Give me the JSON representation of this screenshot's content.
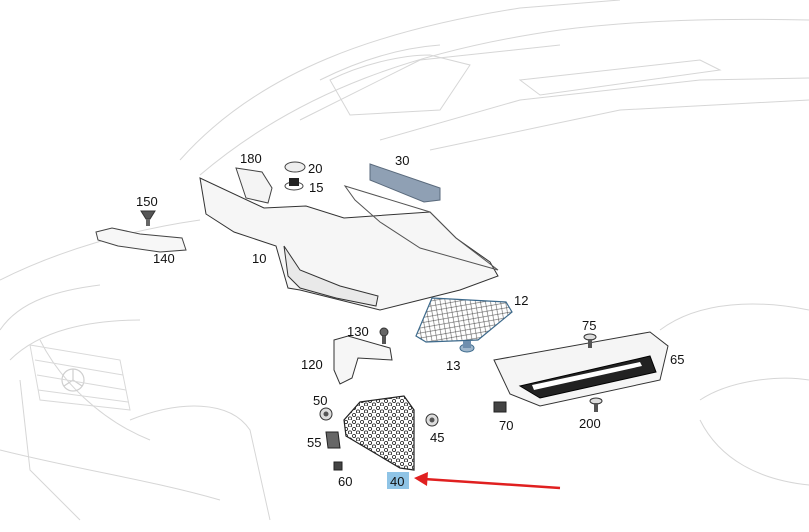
{
  "diagram": {
    "callouts": [
      {
        "id": "c180",
        "text": "180"
      },
      {
        "id": "c20",
        "text": "20"
      },
      {
        "id": "c15",
        "text": "15"
      },
      {
        "id": "c30",
        "text": "30"
      },
      {
        "id": "c150",
        "text": "150"
      },
      {
        "id": "c140",
        "text": "140"
      },
      {
        "id": "c10",
        "text": "10"
      },
      {
        "id": "c12",
        "text": "12"
      },
      {
        "id": "c130",
        "text": "130"
      },
      {
        "id": "c75",
        "text": "75"
      },
      {
        "id": "c13",
        "text": "13"
      },
      {
        "id": "c65",
        "text": "65"
      },
      {
        "id": "c120",
        "text": "120"
      },
      {
        "id": "c50",
        "text": "50"
      },
      {
        "id": "c55",
        "text": "55"
      },
      {
        "id": "c45",
        "text": "45"
      },
      {
        "id": "c70",
        "text": "70"
      },
      {
        "id": "c200",
        "text": "200"
      },
      {
        "id": "c60",
        "text": "60"
      },
      {
        "id": "c40",
        "text": "40",
        "highlighted": true
      }
    ],
    "highlight_color": "#8fc4e6",
    "arrow_color": "#e02020"
  }
}
